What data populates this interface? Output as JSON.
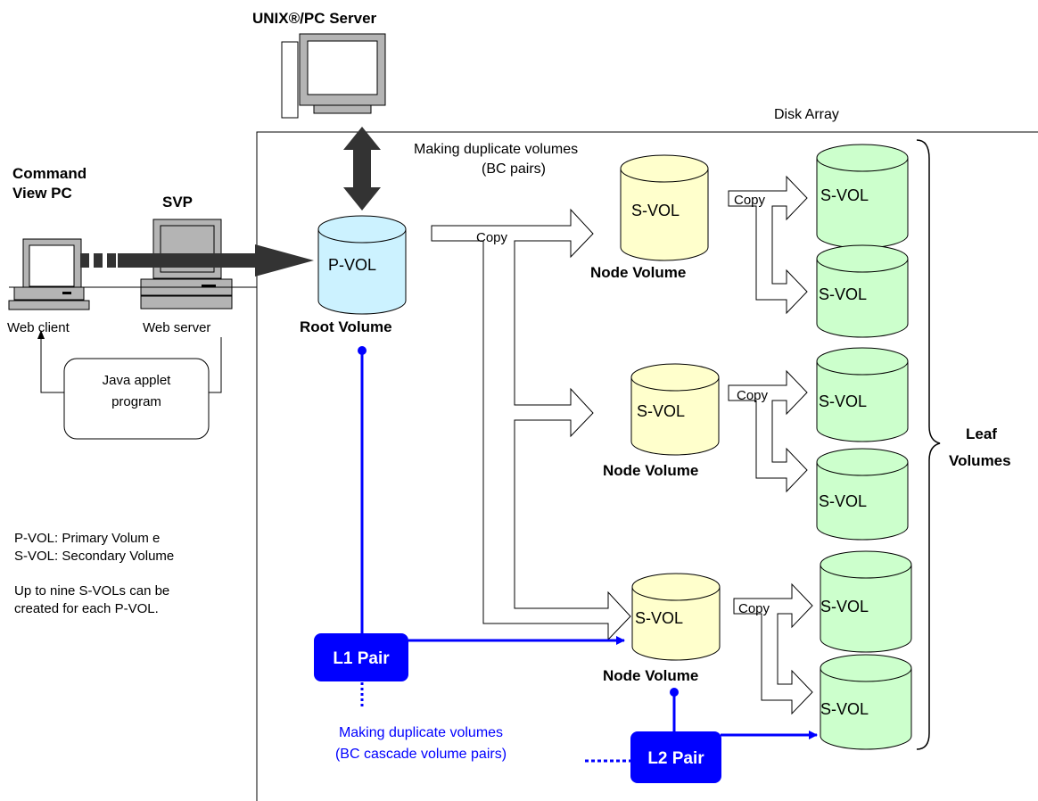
{
  "server": {
    "label": "UNIX®/PC Server"
  },
  "disk_array": {
    "label": "Disk Array"
  },
  "command_view": {
    "line1": "Command",
    "line2": "View PC",
    "caption": "Web client"
  },
  "svp": {
    "label": "SVP",
    "caption": "Web server"
  },
  "java_applet": {
    "line1": "Java applet",
    "line2": "program"
  },
  "making_bc": {
    "line1": "Making duplicate volumes",
    "line2": "(BC pairs)"
  },
  "making_cascade": {
    "line1": "Making duplicate volumes",
    "line2": "(BC cascade volume pairs)"
  },
  "root": {
    "cyl": "P-VOL",
    "caption": "Root Volume"
  },
  "nodes": [
    {
      "cyl": "S-VOL",
      "caption": "Node Volume"
    },
    {
      "cyl": "S-VOL",
      "caption": "Node Volume"
    },
    {
      "cyl": "S-VOL",
      "caption": "Node Volume"
    }
  ],
  "leaves": [
    "S-VOL",
    "S-VOL",
    "S-VOL",
    "S-VOL",
    "S-VOL",
    "S-VOL"
  ],
  "leaf_label": {
    "line1": "Leaf",
    "line2": "Volumes"
  },
  "copy_main": "Copy",
  "copy_labels": [
    "Copy",
    "Copy",
    "Copy"
  ],
  "l1_pair": "L1 Pair",
  "l2_pair": "L2 Pair",
  "legend": {
    "pvol": "P-VOL: Primary Volum e",
    "svol": "S-VOL: Secondary Volume",
    "note1": "Up to nine S-VOLs can be",
    "note2": "created for each P-VOL."
  },
  "colors": {
    "pvol_fill": "#ccf2ff",
    "node_fill": "#ffffcc",
    "leaf_fill": "#ccffcc",
    "pair_blue": "#0000ff",
    "arrow_dark": "#333333",
    "computer_gray": "#b4b4b4"
  }
}
